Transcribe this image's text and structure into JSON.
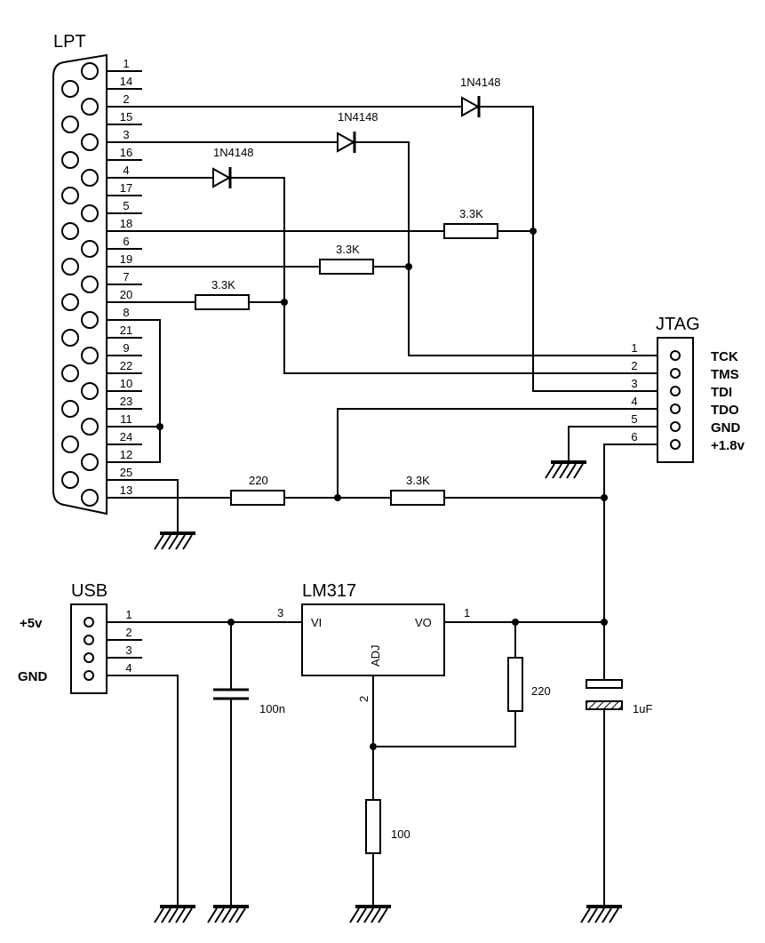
{
  "lpt": {
    "title": "LPT",
    "pins": [
      "1",
      "14",
      "2",
      "15",
      "3",
      "16",
      "4",
      "17",
      "5",
      "18",
      "6",
      "19",
      "7",
      "20",
      "8",
      "21",
      "9",
      "22",
      "10",
      "23",
      "11",
      "24",
      "12",
      "25",
      "13"
    ]
  },
  "jtag": {
    "title": "JTAG",
    "pins": [
      "1",
      "2",
      "3",
      "4",
      "5",
      "6"
    ],
    "signals": [
      "TCK",
      "TMS",
      "TDI",
      "TDO",
      "GND",
      "+1.8v"
    ]
  },
  "usb": {
    "title": "USB",
    "pins": [
      "1",
      "2",
      "3",
      "4"
    ],
    "vcc": "+5v",
    "gnd": "GND"
  },
  "regulator": {
    "name": "LM317",
    "vi": "VI",
    "vo": "VO",
    "adj": "ADJ",
    "pin_vi": "3",
    "pin_vo": "1",
    "pin_adj": "2"
  },
  "parts": {
    "diode_1": "1N4148",
    "diode_2": "1N4148",
    "diode_3": "1N4148",
    "r_pin18": "3.3K",
    "r_pin19": "3.3K",
    "r_pin20": "3.3K",
    "r_pin13": "220",
    "r_bias": "3.3K",
    "c_in": "100n",
    "r_adj_top": "220",
    "r_adj_bottom": "100",
    "c_out": "1uF"
  }
}
